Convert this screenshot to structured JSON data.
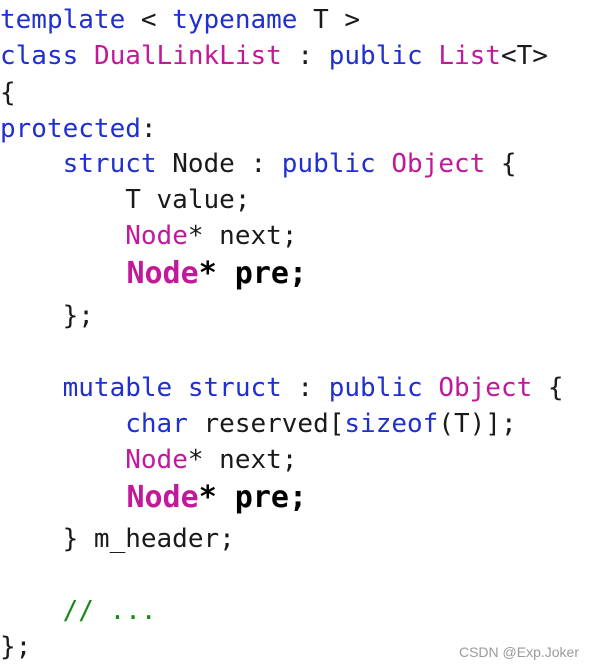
{
  "colors": {
    "keyword": "#1f2fd0",
    "type": "#c2189a",
    "comment": "#158a15",
    "plain": "#1a1a1a",
    "background": "#ffffff"
  },
  "code_lines": [
    {
      "size": "normal",
      "tokens": [
        {
          "t": "template",
          "c": "kw"
        },
        {
          "t": " < "
        },
        {
          "t": "typename",
          "c": "kw"
        },
        {
          "t": " T >"
        }
      ]
    },
    {
      "size": "normal",
      "tokens": [
        {
          "t": "class",
          "c": "kw"
        },
        {
          "t": " "
        },
        {
          "t": "DualLinkList",
          "c": "ty"
        },
        {
          "t": " : "
        },
        {
          "t": "public",
          "c": "kw"
        },
        {
          "t": " "
        },
        {
          "t": "List",
          "c": "ty"
        },
        {
          "t": "<T>"
        }
      ]
    },
    {
      "size": "normal",
      "tokens": [
        {
          "t": "{"
        }
      ]
    },
    {
      "size": "normal",
      "tokens": [
        {
          "t": "protected",
          "c": "kw"
        },
        {
          "t": ":"
        }
      ]
    },
    {
      "size": "normal",
      "tokens": [
        {
          "t": "    "
        },
        {
          "t": "struct",
          "c": "kw"
        },
        {
          "t": " Node : "
        },
        {
          "t": "public",
          "c": "kw"
        },
        {
          "t": " "
        },
        {
          "t": "Object",
          "c": "ty"
        },
        {
          "t": " {"
        }
      ]
    },
    {
      "size": "normal",
      "tokens": [
        {
          "t": "        T value;"
        }
      ]
    },
    {
      "size": "normal",
      "tokens": [
        {
          "t": "        "
        },
        {
          "t": "Node",
          "c": "ty"
        },
        {
          "t": "* next;"
        }
      ]
    },
    {
      "size": "big",
      "tokens": [
        {
          "t": "       "
        },
        {
          "t": "Node",
          "c": "ty"
        },
        {
          "t": "* pre;"
        }
      ]
    },
    {
      "size": "normal",
      "tokens": [
        {
          "t": "    };"
        }
      ]
    },
    {
      "size": "normal",
      "tokens": []
    },
    {
      "size": "normal",
      "tokens": [
        {
          "t": "    "
        },
        {
          "t": "mutable",
          "c": "kw"
        },
        {
          "t": " "
        },
        {
          "t": "struct",
          "c": "kw"
        },
        {
          "t": " : "
        },
        {
          "t": "public",
          "c": "kw"
        },
        {
          "t": " "
        },
        {
          "t": "Object",
          "c": "ty"
        },
        {
          "t": " {"
        }
      ]
    },
    {
      "size": "normal",
      "tokens": [
        {
          "t": "        "
        },
        {
          "t": "char",
          "c": "kw"
        },
        {
          "t": " reserved["
        },
        {
          "t": "sizeof",
          "c": "kw"
        },
        {
          "t": "(T)];"
        }
      ]
    },
    {
      "size": "normal",
      "tokens": [
        {
          "t": "        "
        },
        {
          "t": "Node",
          "c": "ty"
        },
        {
          "t": "* next;"
        }
      ]
    },
    {
      "size": "big",
      "tokens": [
        {
          "t": "       "
        },
        {
          "t": "Node",
          "c": "ty"
        },
        {
          "t": "* pre;"
        }
      ]
    },
    {
      "size": "normal",
      "tokens": [
        {
          "t": "    } m_header;"
        }
      ]
    },
    {
      "size": "normal",
      "tokens": []
    },
    {
      "size": "normal",
      "tokens": [
        {
          "t": "    "
        },
        {
          "t": "// ...",
          "c": "cm"
        }
      ]
    },
    {
      "size": "normal",
      "tokens": [
        {
          "t": "};"
        }
      ]
    }
  ],
  "watermark": "CSDN @Exp.Joker"
}
